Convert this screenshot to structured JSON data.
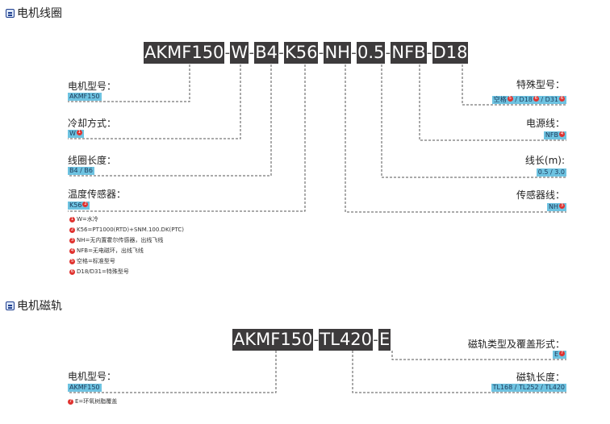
{
  "motor_coil": {
    "section_title": "电机线圈",
    "code_segments": [
      "AKMF150",
      "W",
      "B4",
      "K56",
      "NH",
      "0.5",
      "NFB",
      "D18"
    ],
    "dash": "-",
    "left_fields": [
      {
        "label": "电机型号：",
        "value": "AKMF150"
      },
      {
        "label": "冷却方式：",
        "value": "W",
        "marker": "1"
      },
      {
        "label": "线圈长度：",
        "value": "B4 / B6"
      },
      {
        "label": "温度传感器：",
        "value": "K56",
        "marker": "2"
      }
    ],
    "right_fields": [
      {
        "label": "特殊型号：",
        "value_parts": [
          {
            "text": "空格",
            "marker": "5"
          },
          {
            "text": " / D18",
            "marker": "6"
          },
          {
            "text": " / D31",
            "marker": "6"
          }
        ]
      },
      {
        "label": "电源线：",
        "value": "NFB",
        "marker": "4"
      },
      {
        "label": "线长(m):",
        "value": "0.5 / 3.0"
      },
      {
        "label": "传感器线：",
        "value": "NH",
        "marker": "3"
      }
    ],
    "notes": [
      {
        "marker": "1",
        "text": "W=水冷"
      },
      {
        "marker": "2",
        "text": "K56=PT1000(RTD)+SNM.100.DK(PTC)"
      },
      {
        "marker": "3",
        "text": "NH=无内置霍尔传感器，出线飞线"
      },
      {
        "marker": "4",
        "text": "NFB=无电磁环，出线飞线"
      },
      {
        "marker": "5",
        "text": "空格=标准型号"
      },
      {
        "marker": "6",
        "text": "D18/D31=特殊型号"
      }
    ]
  },
  "motor_track": {
    "section_title": "电机磁轨",
    "code_segments": [
      "AKMF150",
      "TL420",
      "E"
    ],
    "dash": "-",
    "left_fields": [
      {
        "label": "电机型号：",
        "value": "AKMF150"
      }
    ],
    "right_fields": [
      {
        "label": "磁轨类型及覆盖形式：",
        "value": "E",
        "marker": "7"
      },
      {
        "label": "磁轨长度：",
        "value": "TL168 / TL252 / TL420"
      }
    ],
    "notes": [
      {
        "marker": "7",
        "text": "E=环氧树脂覆盖"
      }
    ]
  },
  "colors": {
    "code_bg": "#3d3b3c",
    "value_bg": "#6ec3e1",
    "marker": "#e0322f",
    "title_icon": "#1f3f8f"
  }
}
